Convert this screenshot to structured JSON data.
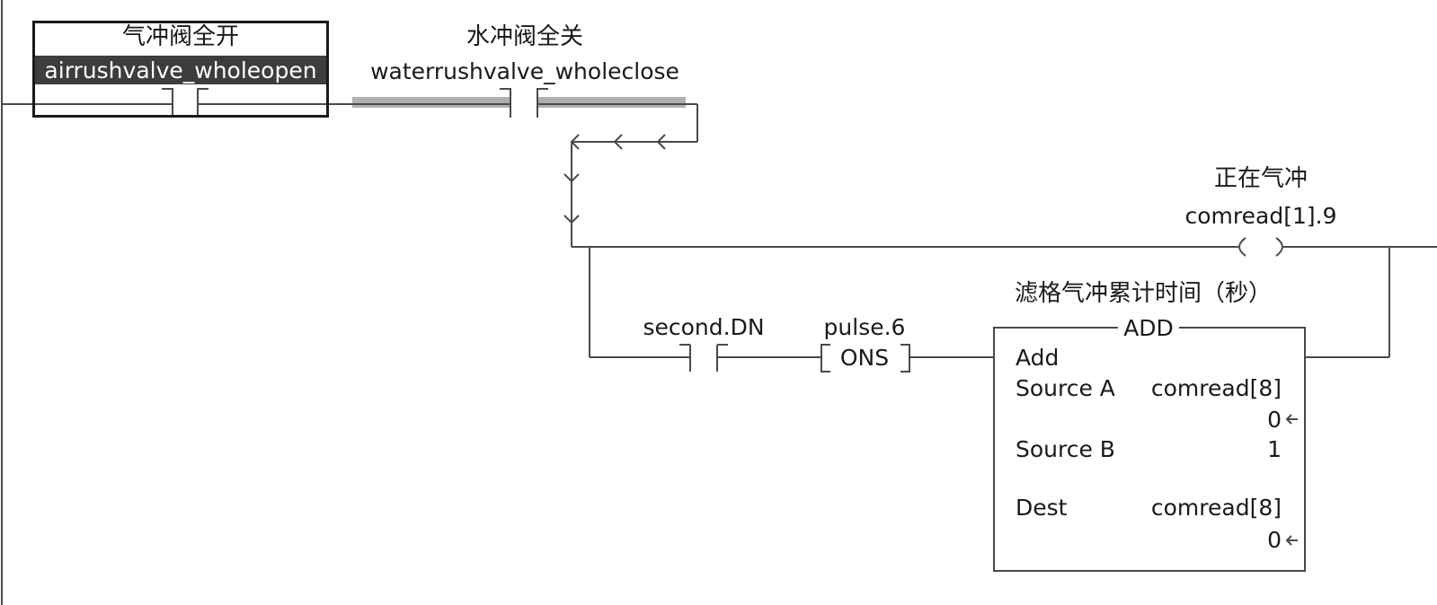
{
  "rung": {
    "contact_airvalve": {
      "description": "气冲阀全开",
      "tag": "airrushvalve_wholeopen",
      "type": "XIC",
      "selected": true
    },
    "contact_watervalve": {
      "description": "水冲阀全关",
      "tag": "waterrushvalve_wholeclose",
      "type": "XIC"
    },
    "coil": {
      "description": "正在气冲",
      "tag": "comread[1].9",
      "type": "OTE"
    },
    "contact_second": {
      "tag": "second.DN",
      "type": "XIC"
    },
    "ons": {
      "tag": "pulse.6",
      "label": "ONS"
    },
    "add_block": {
      "description": "滤格气冲累计时间（秒）",
      "title": "ADD",
      "instruction_name": "Add",
      "source_a_label": "Source A",
      "source_a_tag": "comread[8]",
      "source_a_value": "0",
      "source_b_label": "Source B",
      "source_b_value": "1",
      "dest_label": "Dest",
      "dest_tag": "comread[8]",
      "dest_value": "0"
    }
  },
  "colors": {
    "wire": "#4a4a4a",
    "power_flow_highlight": "#b0b0b0",
    "selected_tag_background": "#3d3d3d"
  }
}
